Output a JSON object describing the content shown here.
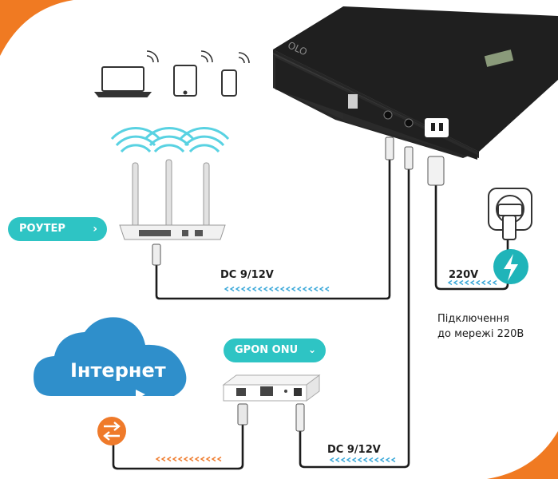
{
  "router_pill": {
    "label": "РОУТЕР",
    "chevron": "chevron-right-icon"
  },
  "onu_pill": {
    "label": "GPON ONU",
    "chevron": "chevron-down-icon"
  },
  "cloud": {
    "label": "Інтернет"
  },
  "cables": {
    "router_dc": "DC 9/12V",
    "onu_dc": "DC 9/12V",
    "mains": "220V"
  },
  "mains_caption": {
    "line1": "Підключення",
    "line2": "до мережі 220В"
  },
  "ups_label": "OLO",
  "colors": {
    "accent": "#2ec4c4",
    "cloud": "#2f8fcb",
    "swap": "#ef7a2a",
    "corner": "#f07a22",
    "cable": "#1c1c1c",
    "dashes": "#38a7d8"
  },
  "icons": [
    "laptop-icon",
    "tablet-icon",
    "phone-icon",
    "wifi-icon",
    "lightning-icon",
    "swap-arrows-icon",
    "wall-socket-icon"
  ]
}
